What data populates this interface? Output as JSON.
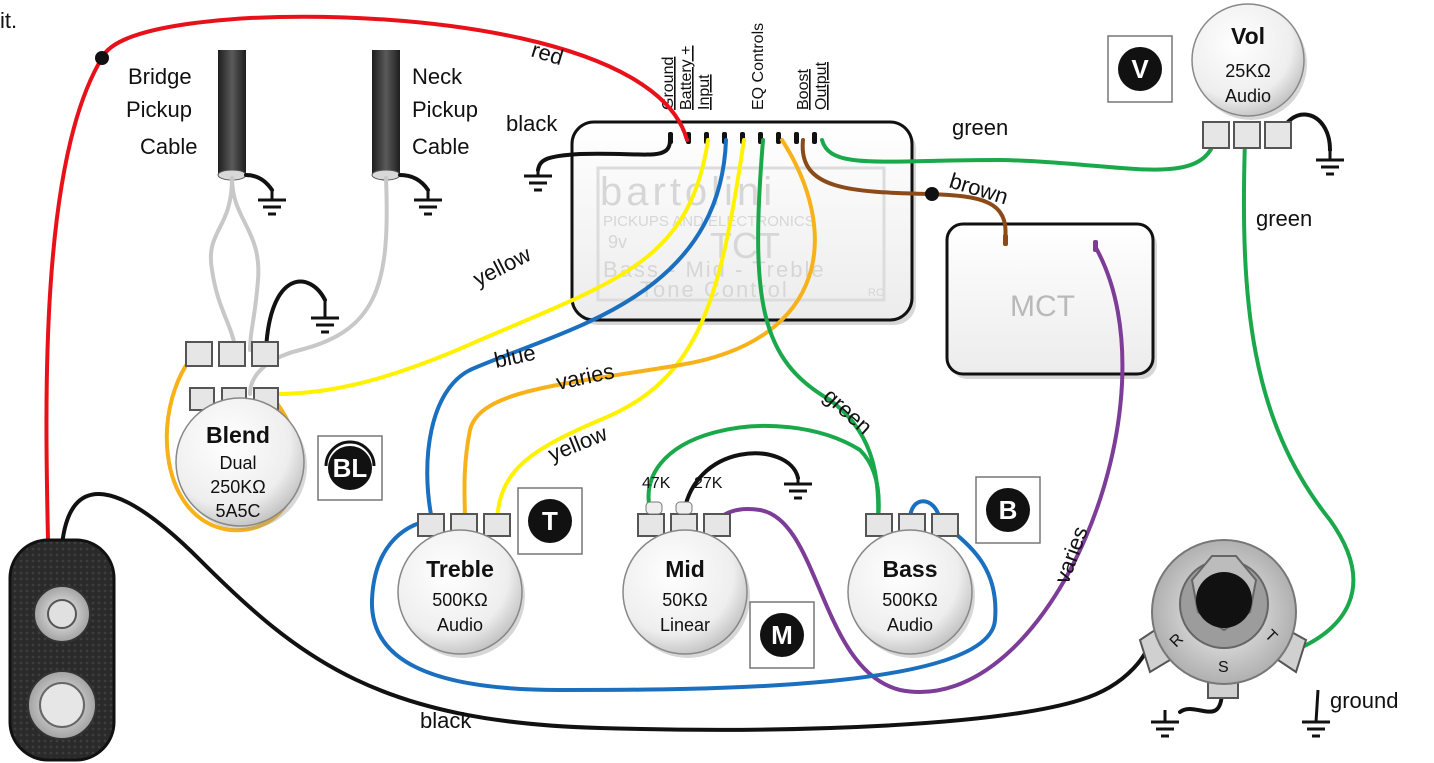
{
  "corner_text": "it.",
  "cables": {
    "bridge": [
      "Bridge",
      "Pickup",
      "Cable"
    ],
    "neck": [
      "Neck",
      "Pickup",
      "Cable"
    ]
  },
  "pins": {
    "ground": "Ground",
    "battery": "Battery +",
    "input": "Input",
    "eq": "EQ Controls",
    "boost": "Boost",
    "output": "Output"
  },
  "tct": {
    "brand": "bartolini",
    "tagline": "PICKUPS AND ELECTRONICS",
    "voltage": "9v",
    "model": "TCT",
    "line1": "Bass - Mid - Treble",
    "line2": "Tone Control",
    "code": "RC"
  },
  "mct": {
    "label": "MCT"
  },
  "pots": {
    "blend": {
      "name": "Blend",
      "lines": [
        "Dual",
        "250KΩ",
        "5A5C"
      ],
      "badge": "BL"
    },
    "treble": {
      "name": "Treble",
      "lines": [
        "500KΩ",
        "Audio"
      ],
      "badge": "T"
    },
    "mid": {
      "name": "Mid",
      "lines": [
        "50KΩ",
        "Linear"
      ],
      "badge": "M"
    },
    "bass": {
      "name": "Bass",
      "lines": [
        "500KΩ",
        "Audio"
      ],
      "badge": "B"
    },
    "vol": {
      "name": "Vol",
      "lines": [
        "25KΩ",
        "Audio"
      ],
      "badge": "V"
    }
  },
  "resistors": {
    "r1": "47K",
    "r2": "27K"
  },
  "jack_letters": {
    "r": "R",
    "s": "S",
    "t": "T"
  },
  "wire_labels": {
    "red": "red",
    "black_top": "black",
    "green_top": "green",
    "brown": "brown",
    "green_right": "green",
    "yellow_upper": "yellow",
    "blue": "blue",
    "varies_mid": "varies",
    "yellow_lower": "yellow",
    "green_mid": "green",
    "varies_right": "varies",
    "black_bottom": "black",
    "ground": "ground"
  },
  "colors": {
    "red": "#e8111a",
    "black": "#111111",
    "green": "#1aa84a",
    "yellow": "#fff200",
    "orange": "#f7b21a",
    "blue": "#1a6fbf",
    "purple": "#7d3c98",
    "brown": "#8b4a18",
    "gray": "#c8c8c8"
  }
}
